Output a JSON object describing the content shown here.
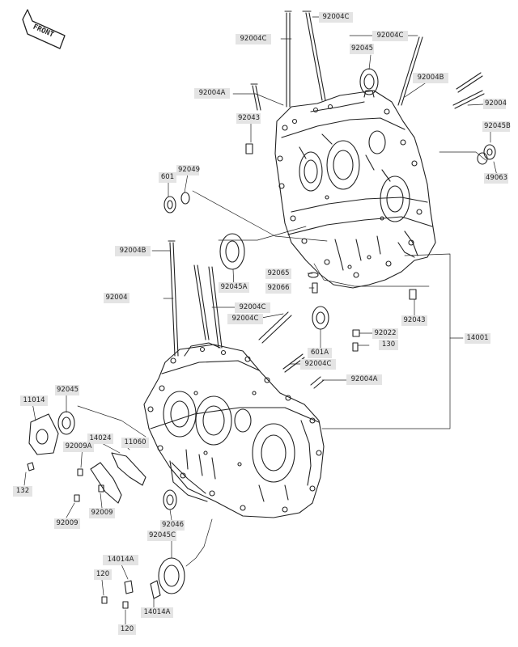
{
  "front_badge": "FRONT",
  "parts": [
    {
      "id": "p01",
      "text": "92004C"
    },
    {
      "id": "p02",
      "text": "92004C"
    },
    {
      "id": "p03",
      "text": "92004C"
    },
    {
      "id": "p04",
      "text": "92045"
    },
    {
      "id": "p05",
      "text": "92004B"
    },
    {
      "id": "p06",
      "text": "92004A"
    },
    {
      "id": "p07",
      "text": "92004"
    },
    {
      "id": "p08",
      "text": "92043"
    },
    {
      "id": "p09",
      "text": "92045B"
    },
    {
      "id": "p10",
      "text": "49063"
    },
    {
      "id": "p11",
      "text": "92049"
    },
    {
      "id": "p12",
      "text": "601"
    },
    {
      "id": "p13",
      "text": "92004B"
    },
    {
      "id": "p14",
      "text": "92065"
    },
    {
      "id": "p15",
      "text": "92066"
    },
    {
      "id": "p16",
      "text": "92045A"
    },
    {
      "id": "p17",
      "text": "92004"
    },
    {
      "id": "p18",
      "text": "92004C"
    },
    {
      "id": "p19",
      "text": "92004C"
    },
    {
      "id": "p20",
      "text": "92043"
    },
    {
      "id": "p21",
      "text": "92022"
    },
    {
      "id": "p22",
      "text": "130"
    },
    {
      "id": "p23",
      "text": "14001"
    },
    {
      "id": "p24",
      "text": "601A"
    },
    {
      "id": "p25",
      "text": "92004C"
    },
    {
      "id": "p26",
      "text": "92004A"
    },
    {
      "id": "p27",
      "text": "92045"
    },
    {
      "id": "p28",
      "text": "11014"
    },
    {
      "id": "p29",
      "text": "14024"
    },
    {
      "id": "p30",
      "text": "11060"
    },
    {
      "id": "p31",
      "text": "92009A"
    },
    {
      "id": "p32",
      "text": "132"
    },
    {
      "id": "p33",
      "text": "92009"
    },
    {
      "id": "p34",
      "text": "92009"
    },
    {
      "id": "p35",
      "text": "92046"
    },
    {
      "id": "p36",
      "text": "92045C"
    },
    {
      "id": "p37",
      "text": "14014A"
    },
    {
      "id": "p38",
      "text": "120"
    },
    {
      "id": "p39",
      "text": "14014A"
    },
    {
      "id": "p40",
      "text": "120"
    }
  ]
}
